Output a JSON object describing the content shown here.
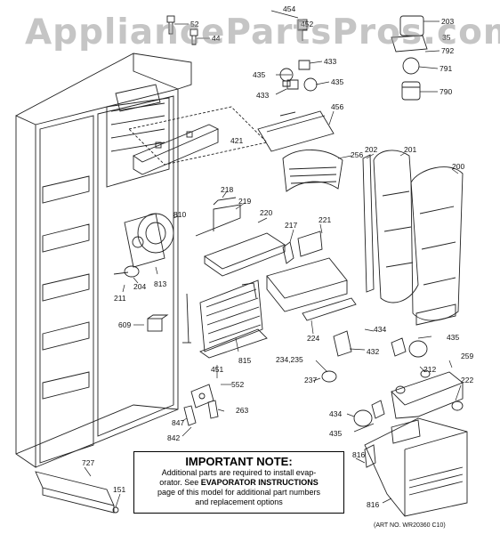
{
  "watermark": "AppliancePartsPros.com",
  "note": {
    "title": "IMPORTANT NOTE:",
    "line1": "Additional parts are required to install evap-",
    "line2_pre": "orator.  See ",
    "line2_bold": "EVAPORATOR INSTRUCTIONS",
    "line3": "page of this model for additional part numbers",
    "line4": "and replacement options"
  },
  "art_no": "(ART NO. WR20360 C10)",
  "part_labels": [
    {
      "id": "454a",
      "text": "454"
    },
    {
      "id": "452a",
      "text": "452"
    },
    {
      "id": "52",
      "text": "52"
    },
    {
      "id": "44",
      "text": "44"
    },
    {
      "id": "203",
      "text": "203"
    },
    {
      "id": "35",
      "text": "35"
    },
    {
      "id": "792",
      "text": "792"
    },
    {
      "id": "791",
      "text": "791"
    },
    {
      "id": "790",
      "text": "790"
    },
    {
      "id": "435a",
      "text": "435"
    },
    {
      "id": "433a",
      "text": "433"
    },
    {
      "id": "433b",
      "text": "433"
    },
    {
      "id": "435b",
      "text": "435"
    },
    {
      "id": "456",
      "text": "456"
    },
    {
      "id": "421",
      "text": "421"
    },
    {
      "id": "256",
      "text": "256"
    },
    {
      "id": "202",
      "text": "202"
    },
    {
      "id": "201",
      "text": "201"
    },
    {
      "id": "200",
      "text": "200"
    },
    {
      "id": "218",
      "text": "218"
    },
    {
      "id": "219",
      "text": "219"
    },
    {
      "id": "220",
      "text": "220"
    },
    {
      "id": "221",
      "text": "221"
    },
    {
      "id": "217",
      "text": "217"
    },
    {
      "id": "810",
      "text": "810"
    },
    {
      "id": "204",
      "text": "204"
    },
    {
      "id": "813",
      "text": "813"
    },
    {
      "id": "211",
      "text": "211"
    },
    {
      "id": "609",
      "text": "609"
    },
    {
      "id": "224",
      "text": "224"
    },
    {
      "id": "434a",
      "text": "434"
    },
    {
      "id": "435c",
      "text": "435"
    },
    {
      "id": "432",
      "text": "432"
    },
    {
      "id": "234",
      "text": "234,235"
    },
    {
      "id": "237",
      "text": "237"
    },
    {
      "id": "815",
      "text": "815"
    },
    {
      "id": "451",
      "text": "451"
    },
    {
      "id": "552",
      "text": "552"
    },
    {
      "id": "263",
      "text": "263"
    },
    {
      "id": "847",
      "text": "847"
    },
    {
      "id": "842",
      "text": "842"
    },
    {
      "id": "212",
      "text": "212"
    },
    {
      "id": "259",
      "text": "259"
    },
    {
      "id": "222",
      "text": "222"
    },
    {
      "id": "434b",
      "text": "434"
    },
    {
      "id": "435d",
      "text": "435"
    },
    {
      "id": "816a",
      "text": "816"
    },
    {
      "id": "816b",
      "text": "816"
    },
    {
      "id": "727",
      "text": "727"
    },
    {
      "id": "151",
      "text": "151"
    }
  ]
}
